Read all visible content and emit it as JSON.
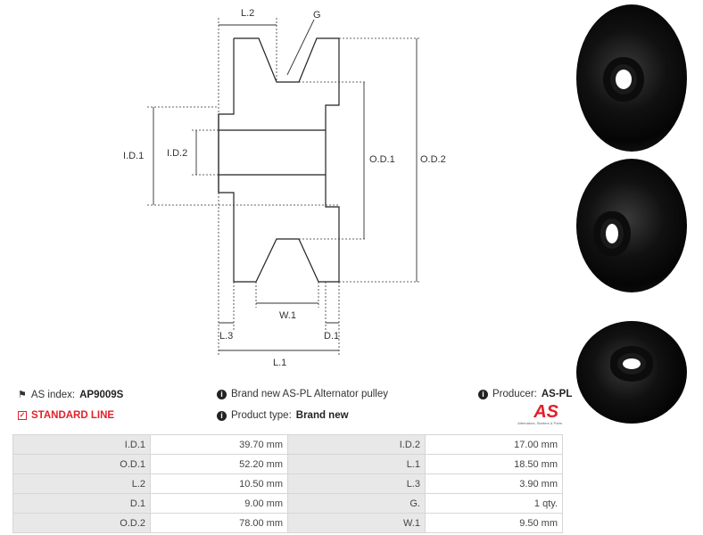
{
  "diagram_labels": {
    "l2": "L.2",
    "g": "G",
    "id1": "I.D.1",
    "id2": "I.D.2",
    "od1": "O.D.1",
    "od2": "O.D.2",
    "w1": "W.1",
    "l3": "L.3",
    "d1": "D.1",
    "l1": "L.1"
  },
  "info": {
    "as_index_label": "AS index:",
    "as_index_value": "AP9009S",
    "standard_line": "STANDARD LINE",
    "description": "Brand new AS-PL Alternator pulley",
    "product_type_label": "Product type:",
    "product_type_value": "Brand new",
    "producer_label": "Producer:",
    "producer_value": "AS-PL",
    "logo_text": "AS",
    "logo_tagline": "Alternators, Starters & Parts"
  },
  "colors": {
    "accent": "#e3202a"
  },
  "specs": [
    {
      "l1": "I.D.1",
      "v1": "39.70 mm",
      "l2": "I.D.2",
      "v2": "17.00 mm"
    },
    {
      "l1": "O.D.1",
      "v1": "52.20 mm",
      "l2": "L.1",
      "v2": "18.50 mm"
    },
    {
      "l1": "L.2",
      "v1": "10.50 mm",
      "l2": "L.3",
      "v2": "3.90 mm"
    },
    {
      "l1": "D.1",
      "v1": "9.00 mm",
      "l2": "G.",
      "v2": "1 qty."
    },
    {
      "l1": "O.D.2",
      "v1": "78.00 mm",
      "l2": "W.1",
      "v2": "9.50 mm"
    }
  ]
}
